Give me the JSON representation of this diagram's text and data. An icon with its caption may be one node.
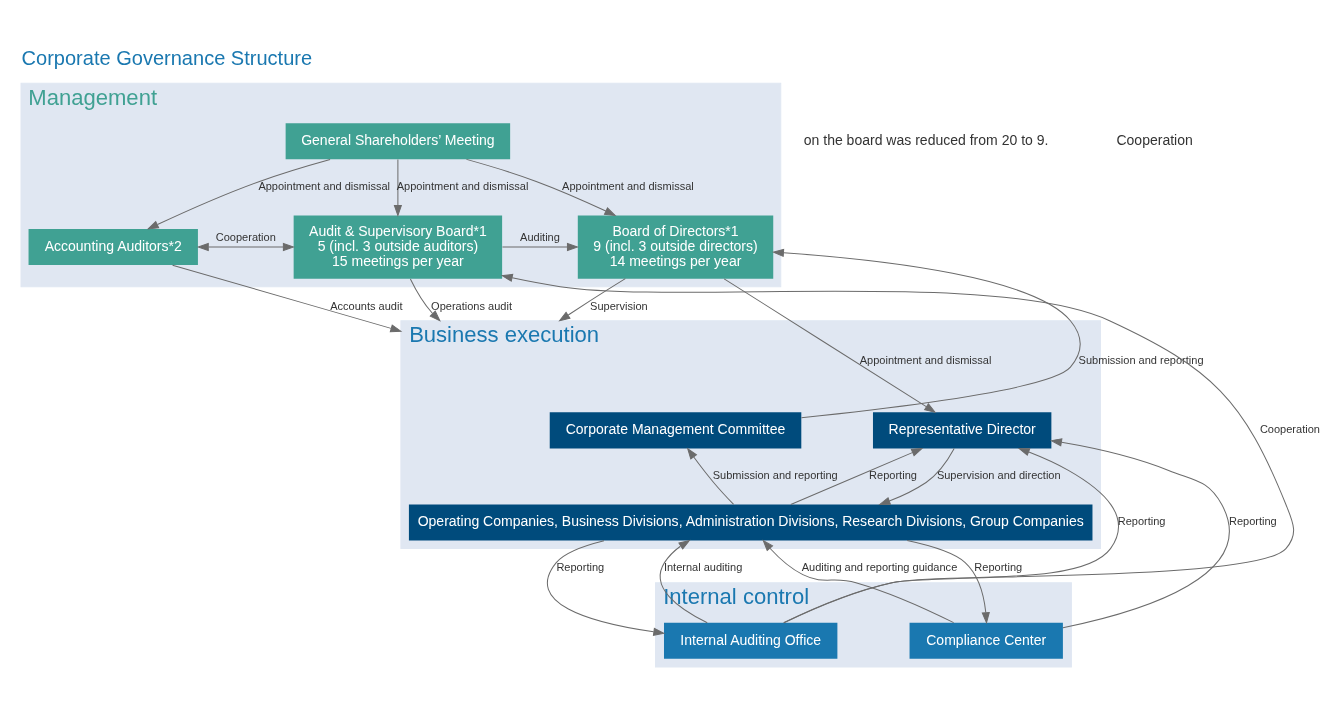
{
  "diagram": {
    "title": "Corporate Governance Structure",
    "nodes": [
      {
        "text": [
          "Management"
        ]
      },
      {
        "text": [
          "General Shareholders’ Meeting"
        ],
        "in": 0
      },
      {
        "text": [
          "Board of Directors*1",
          "9 (incl. 3 outside directors)",
          "14 meetings per year"
        ],
        "in": 0
      },
      {
        "text": [
          "Audit & Supervisory Board*1",
          "5 (incl. 3 outside auditors)",
          "15 meetings per year"
        ],
        "in": 0
      },
      {
        "text": [
          "Accounting Auditors*2"
        ],
        "in": 0
      },
      {
        "text": [
          "Business execution"
        ]
      },
      {
        "text": [
          "Corporate Management Committee"
        ],
        "in": 5
      },
      {
        "text": [
          "Representative Director"
        ],
        "in": 5
      },
      {
        "text": [
          "Operating Companies, Business Divisions, Administration Divisions, Research Divisions, Group Companies"
        ],
        "in": 5
      },
      {
        "text": [
          "Internal control"
        ]
      },
      {
        "text": [
          "Internal Auditing Office"
        ],
        "in": 9
      },
      {
        "text": [
          "Compliance Center"
        ],
        "in": 9
      }
    ],
    "edges": [
      {
        "from": 1,
        "to": 2,
        "arrow": "to",
        "label": "Appointment and dismissal"
      },
      {
        "from": 1,
        "to": 3,
        "arrow": "to",
        "label": "Appointment and dismissal"
      },
      {
        "from": 1,
        "to": 4,
        "arrow": "to",
        "label": "Appointment and dismissal"
      },
      {
        "from": 3,
        "to": 2,
        "arrow": "to",
        "label": "Auditing"
      },
      {
        "from": 3,
        "to": 4,
        "arrow": "both",
        "label": "Cooperation"
      },
      {
        "from": 2,
        "to": 5,
        "arrow": "to",
        "label": "Supervision"
      },
      {
        "from": 3,
        "to": 5,
        "arrow": "to",
        "label": "Operations audit"
      },
      {
        "from": 4,
        "to": 5,
        "arrow": "to",
        "label": "Accounts audit"
      },
      {
        "from": 2,
        "to": 7,
        "arrow": "to",
        "label": "Appointment and dismissal"
      },
      {
        "from": 6,
        "to": 2,
        "arrow": "to",
        "label": "Submission and reporting"
      },
      {
        "from": 10,
        "to": 3,
        "arrow": "to",
        "label": "Cooperation"
      },
      {
        "from": 10,
        "to": 7,
        "arrow": "to",
        "label": "Reporting"
      },
      {
        "from": 8,
        "to": 6,
        "arrow": "to",
        "label": "Submission and reporting"
      },
      {
        "from": 8,
        "to": 7,
        "arrow": "to",
        "label": "Reporting"
      },
      {
        "from": 7,
        "to": 8,
        "arrow": "to",
        "label": "Supervision and direction"
      },
      {
        "from": 8,
        "to": 10,
        "arrow": "to",
        "label": "Reporting"
      },
      {
        "from": 10,
        "to": 8,
        "arrow": "to",
        "label": "Internal auditing"
      },
      {
        "from": 8,
        "to": 11,
        "arrow": "to",
        "label": "Reporting"
      },
      {
        "from": 11,
        "to": 8,
        "arrow": "to",
        "label": "Auditing and reporting guidance"
      },
      {
        "from": 11,
        "to": 7,
        "arrow": "to",
        "label": "Reporting"
      }
    ],
    "labels": [
      "on the board was reduced from 20 to 9.",
      "Cooperation"
    ]
  }
}
